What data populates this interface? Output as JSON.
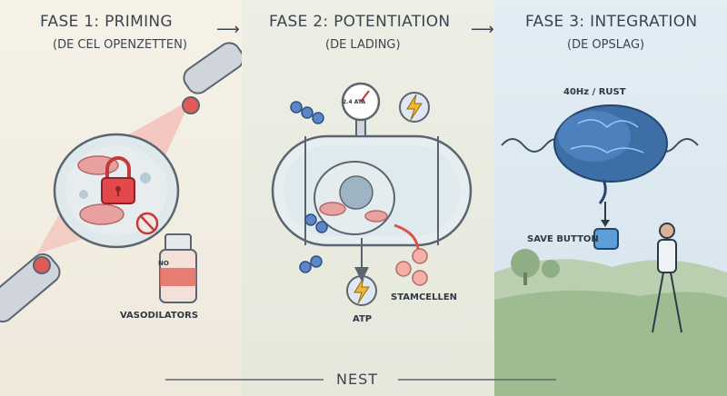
{
  "phases": [
    {
      "title": "FASE 1: PRIMING",
      "subtitle": "(DE CEL OPENZETTEN)"
    },
    {
      "title": "FASE 2: POTENTIATION",
      "subtitle": "(DE LADING)"
    },
    {
      "title": "FASE 3: INTEGRATION",
      "subtitle": "(DE OPSLAG)"
    }
  ],
  "labels": {
    "vasodilators": "VASODILATORS",
    "gauge": "2.4 ATA",
    "atp": "ATP",
    "stamcellen": "STAMCELLEN",
    "rest": "40Hz / RUST",
    "save": "SAVE BUTTON",
    "no": "NO"
  },
  "brand": "NEST",
  "icons": [
    "lock-icon",
    "lightning-icon",
    "gauge-icon",
    "brain-icon",
    "button-icon",
    "arrow-right-icon"
  ]
}
